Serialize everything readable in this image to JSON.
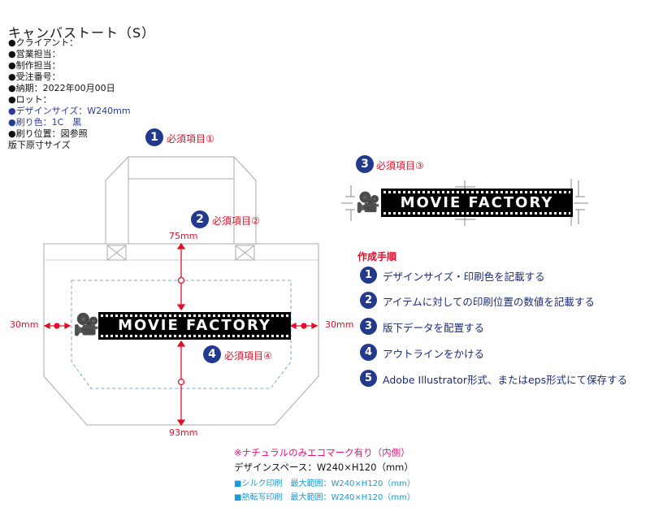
{
  "header": {
    "title": "キャンバストート（S）",
    "info": [
      "●クライアント：",
      "●営業担当：",
      "●制作担当：",
      "●受注番号：",
      "●納期：2022年00月00日",
      "●ロット：",
      "●デザインサイズ：W240mm",
      "●刷り色：1C　黒",
      "●刷り位置：図参照",
      "版下原寸サイズ"
    ]
  },
  "required": [
    {
      "num": "1",
      "label": "必須項目①"
    },
    {
      "num": "2",
      "label": "必須項目②"
    },
    {
      "num": "3",
      "label": "必須項目③"
    },
    {
      "num": "4",
      "label": "必須項目④"
    }
  ],
  "logo": {
    "text": "MOVIE FACTORY"
  },
  "dimensions": {
    "top": "75mm",
    "bottom": "93mm",
    "left": "30mm",
    "right": "30mm"
  },
  "steps": {
    "title": "作成手順",
    "items": [
      {
        "num": "1",
        "label": "デザインサイズ・印刷色を記載する"
      },
      {
        "num": "2",
        "label": "アイテムに対しての印刷位置の数値を記載する"
      },
      {
        "num": "3",
        "label": "版下データを配置する"
      },
      {
        "num": "4",
        "label": "アウトラインをかける"
      },
      {
        "num": "5",
        "label": "Adobe Illustrator形式、またはeps形式にて保存する"
      }
    ]
  },
  "notes": {
    "eco": "※ナチュラルのみエコマーク有り（内側）",
    "space": "デザインスペース：W240×H120（mm）",
    "silk": "■シルク印刷　最大範囲：W240×H120（mm）",
    "transfer": "■熱転写印刷　最大範囲：W240×H120（mm）"
  },
  "colors": {
    "accent": "#e0102a",
    "badge": "#233a8c",
    "note_blue": "#1a9ad6",
    "note_pink": "#e0107a"
  }
}
